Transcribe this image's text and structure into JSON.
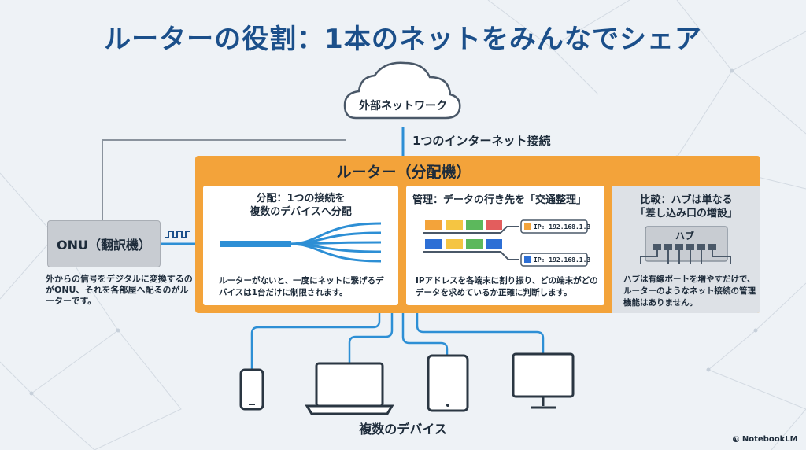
{
  "title": "ルーターの役割：1本のネットをみんなでシェア",
  "cloud": {
    "label": "外部ネットワーク"
  },
  "connection_label": "1つのインターネット接続",
  "onu": {
    "label": "ONU（翻訳機）",
    "description": "外からの信号をデジタルに変換するのがONU、それを各部屋へ配るのがルーターです。"
  },
  "router": {
    "title": "ルーター（分配機）"
  },
  "cards": {
    "distribution": {
      "title_line1": "分配：1つの接続を",
      "title_line2": "複数のデバイスへ分配",
      "text": "ルーターがないと、一度にネットに繋げるデバイスは1台だけに制限されます。"
    },
    "management": {
      "title": "管理：データの行き先を「交通整理」",
      "ip_1": "IP: 192.168.1.3",
      "ip_2": "IP: 192.168.1.3",
      "text": "IPアドレスを各端末に割り振り、どの端末がどのデータを求めているか正確に判断します。"
    },
    "comparison": {
      "title_line1": "比較：ハブは単なる",
      "title_line2": "「差し込み口の増設」",
      "hub_label": "ハブ",
      "text": "ハブは有線ポートを増やすだけで、ルーターのようなネット接続の管理機能はありません。"
    }
  },
  "devices_label": "複数のデバイス",
  "watermark": "NotebookLM",
  "colors": {
    "title": "#1b4f8a",
    "router": "#f3a33a",
    "wire": "#2d8fd5",
    "onu": "#c8ccd2",
    "hub_card": "#dde1e6"
  }
}
